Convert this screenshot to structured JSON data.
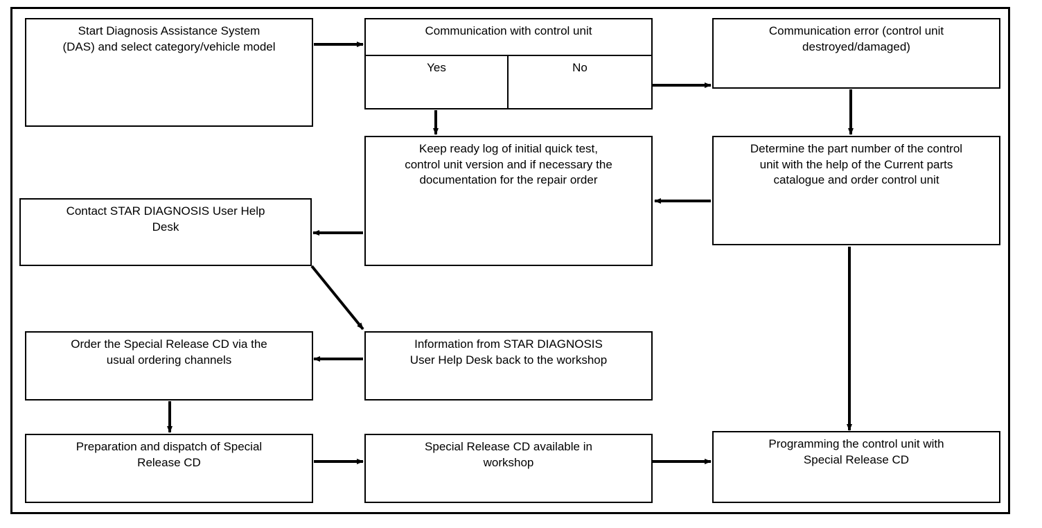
{
  "diagram": {
    "title": "Special Release CD control unit programming flowchart",
    "stroke_color": "#000000",
    "background_color": "#ffffff",
    "nodes": [
      {
        "id": "start",
        "label": "Start Diagnosis Assistance System (DAS) and select category/vehicle model",
        "text": "Start Diagnosis Assistance System\n(DAS) and select category/vehicle model"
      },
      {
        "id": "communication",
        "label": "Communication with control unit",
        "text": "Communication with control unit",
        "options": [
          "Yes",
          "No"
        ]
      },
      {
        "id": "error",
        "label": "Communication error (control unit destroyed/damaged)",
        "text": "Communication error (control unit\ndestroyed/damaged)"
      },
      {
        "id": "keep-ready-log",
        "label": "Keep ready log of initial quick test",
        "text": "Keep ready log of initial quick test,\ncontrol unit version and if necessary the\ndocumentation for the repair order"
      },
      {
        "id": "determine-part-number",
        "label": "Determine the part number of the control unit",
        "text": "Determine the part number of the control\nunit with the help of the Current parts\ncatalogue and order control unit"
      },
      {
        "id": "contact-help-desk",
        "label": "Contact STAR DIAGNOSIS User Help Desk",
        "text": "Contact STAR DIAGNOSIS User Help\nDesk"
      },
      {
        "id": "order-cd",
        "label": "Order the Special Release CD via the usual ordering channels",
        "text": "Order the Special Release CD via the\nusual ordering channels"
      },
      {
        "id": "information-back",
        "label": "Information from STAR DIAGNOSIS User Help Desk back to the workshop",
        "text": "Information from STAR DIAGNOSIS\nUser Help Desk back to the workshop"
      },
      {
        "id": "preparation-dispatch",
        "label": "Preparation and dispatch of Special Release CD",
        "text": "Preparation and dispatch of Special\nRelease CD"
      },
      {
        "id": "cd-available",
        "label": "Special Release CD available in workshop",
        "text": "Special Release CD available in\nworkshop"
      },
      {
        "id": "programming",
        "label": "Programming the control unit with Special Release CD",
        "text": "Programming the control unit with\nSpecial Release CD"
      }
    ],
    "edges": [
      {
        "id": "start-to-communication",
        "from": "start",
        "to": "communication"
      },
      {
        "id": "no-to-error",
        "from": "communication",
        "to": "error"
      },
      {
        "id": "yes-to-keep-ready-log",
        "from": "communication",
        "to": "keep-ready-log"
      },
      {
        "id": "error-to-determine",
        "from": "error",
        "to": "determine-part-number"
      },
      {
        "id": "determine-to-keep-ready-log",
        "from": "determine-part-number",
        "to": "keep-ready-log"
      },
      {
        "id": "keep-ready-log-to-contact",
        "from": "keep-ready-log",
        "to": "contact-help-desk"
      },
      {
        "id": "contact-to-information",
        "from": "contact-help-desk",
        "to": "information-back"
      },
      {
        "id": "information-to-order-cd",
        "from": "information-back",
        "to": "order-cd"
      },
      {
        "id": "order-cd-to-preparation",
        "from": "order-cd",
        "to": "preparation-dispatch"
      },
      {
        "id": "preparation-to-available",
        "from": "preparation-dispatch",
        "to": "cd-available"
      },
      {
        "id": "available-to-programming",
        "from": "cd-available",
        "to": "programming"
      },
      {
        "id": "determine-to-programming",
        "from": "determine-part-number",
        "to": "programming"
      }
    ]
  }
}
